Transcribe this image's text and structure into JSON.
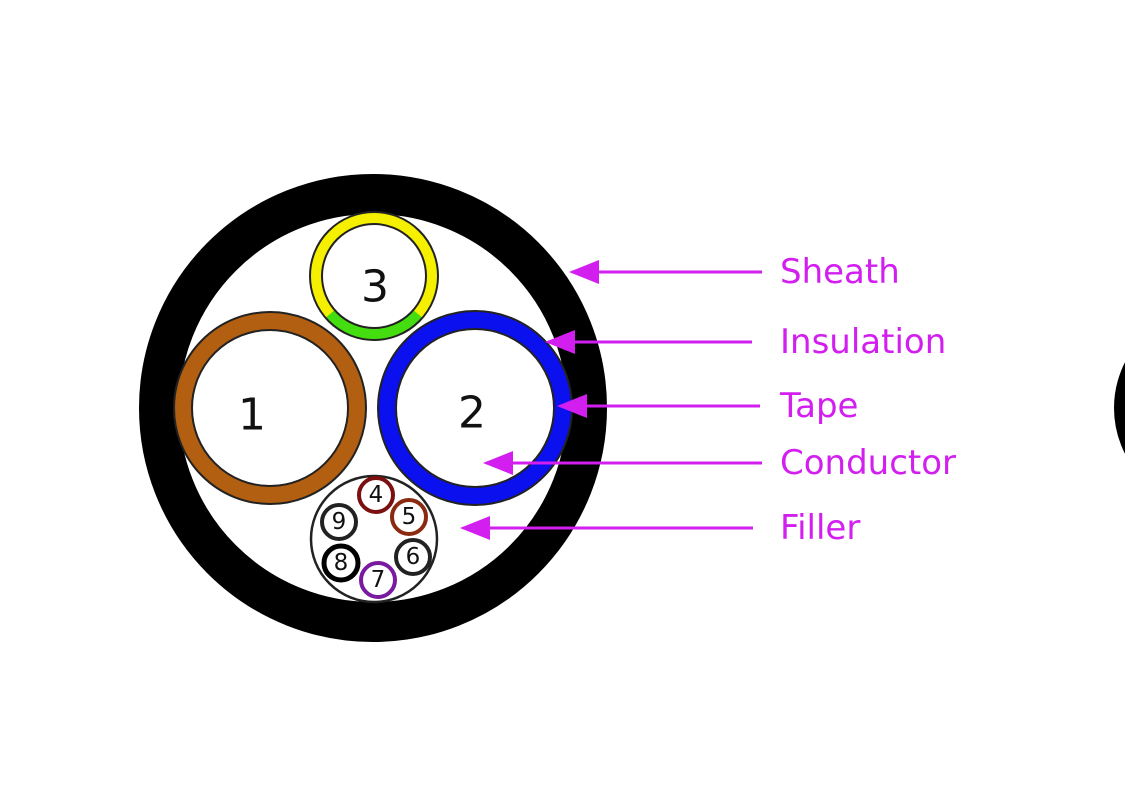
{
  "colors": {
    "sheath": "#000000",
    "callout": "#d21ff0",
    "core1": "#b35f12",
    "core2": "#0a10ee",
    "core3_yellow": "#f5f000",
    "core3_green": "#44dd10",
    "core4": "#7a1010",
    "core5": "#8a2a10",
    "core6": "#222222",
    "core7": "#7a1aa0",
    "core8": "#000000",
    "core9": "#222222"
  },
  "cores": {
    "c1": "1",
    "c2": "2",
    "c3": "3",
    "c4": "4",
    "c5": "5",
    "c6": "6",
    "c7": "7",
    "c8": "8",
    "c9": "9"
  },
  "callouts": {
    "sheath": "Sheath",
    "insulation": "Insulation",
    "tape": "Tape",
    "conductor": "Conductor",
    "filler": "Filler"
  }
}
